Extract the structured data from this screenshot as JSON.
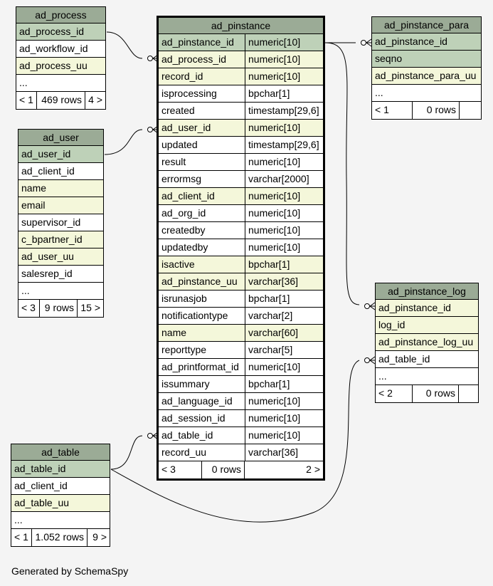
{
  "tables": {
    "ad_process": {
      "name": "ad_process",
      "rows": [
        {
          "col": "ad_process_id",
          "kind": "pk"
        },
        {
          "col": "ad_workflow_id",
          "kind": "plain"
        },
        {
          "col": "ad_process_uu",
          "kind": "fk"
        },
        {
          "col": "...",
          "kind": "plain"
        }
      ],
      "footer": [
        "< 1",
        "469 rows",
        "4 >"
      ]
    },
    "ad_user": {
      "name": "ad_user",
      "rows": [
        {
          "col": "ad_user_id",
          "kind": "pk"
        },
        {
          "col": "ad_client_id",
          "kind": "plain"
        },
        {
          "col": "name",
          "kind": "fk"
        },
        {
          "col": "email",
          "kind": "fk"
        },
        {
          "col": "supervisor_id",
          "kind": "plain"
        },
        {
          "col": "c_bpartner_id",
          "kind": "fk"
        },
        {
          "col": "ad_user_uu",
          "kind": "fk"
        },
        {
          "col": "salesrep_id",
          "kind": "plain"
        },
        {
          "col": "...",
          "kind": "plain"
        }
      ],
      "footer": [
        "< 3",
        "9 rows",
        "15 >"
      ]
    },
    "ad_table": {
      "name": "ad_table",
      "rows": [
        {
          "col": "ad_table_id",
          "kind": "pk"
        },
        {
          "col": "ad_client_id",
          "kind": "plain"
        },
        {
          "col": "ad_table_uu",
          "kind": "fk"
        },
        {
          "col": "...",
          "kind": "plain"
        }
      ],
      "footer": [
        "< 1",
        "1.052 rows",
        "9 >"
      ]
    },
    "ad_pinstance": {
      "name": "ad_pinstance",
      "rows": [
        {
          "col": "ad_pinstance_id",
          "type": "numeric[10]",
          "kind": "pk"
        },
        {
          "col": "ad_process_id",
          "type": "numeric[10]",
          "kind": "fk"
        },
        {
          "col": "record_id",
          "type": "numeric[10]",
          "kind": "fk"
        },
        {
          "col": "isprocessing",
          "type": "bpchar[1]",
          "kind": "plain"
        },
        {
          "col": "created",
          "type": "timestamp[29,6]",
          "kind": "plain"
        },
        {
          "col": "ad_user_id",
          "type": "numeric[10]",
          "kind": "fk"
        },
        {
          "col": "updated",
          "type": "timestamp[29,6]",
          "kind": "plain"
        },
        {
          "col": "result",
          "type": "numeric[10]",
          "kind": "plain"
        },
        {
          "col": "errormsg",
          "type": "varchar[2000]",
          "kind": "plain"
        },
        {
          "col": "ad_client_id",
          "type": "numeric[10]",
          "kind": "fk"
        },
        {
          "col": "ad_org_id",
          "type": "numeric[10]",
          "kind": "plain"
        },
        {
          "col": "createdby",
          "type": "numeric[10]",
          "kind": "plain"
        },
        {
          "col": "updatedby",
          "type": "numeric[10]",
          "kind": "plain"
        },
        {
          "col": "isactive",
          "type": "bpchar[1]",
          "kind": "fk"
        },
        {
          "col": "ad_pinstance_uu",
          "type": "varchar[36]",
          "kind": "fk"
        },
        {
          "col": "isrunasjob",
          "type": "bpchar[1]",
          "kind": "plain"
        },
        {
          "col": "notificationtype",
          "type": "varchar[2]",
          "kind": "plain"
        },
        {
          "col": "name",
          "type": "varchar[60]",
          "kind": "fk"
        },
        {
          "col": "reporttype",
          "type": "varchar[5]",
          "kind": "plain"
        },
        {
          "col": "ad_printformat_id",
          "type": "numeric[10]",
          "kind": "plain"
        },
        {
          "col": "issummary",
          "type": "bpchar[1]",
          "kind": "plain"
        },
        {
          "col": "ad_language_id",
          "type": "numeric[10]",
          "kind": "plain"
        },
        {
          "col": "ad_session_id",
          "type": "numeric[10]",
          "kind": "plain"
        },
        {
          "col": "ad_table_id",
          "type": "numeric[10]",
          "kind": "plain"
        },
        {
          "col": "record_uu",
          "type": "varchar[36]",
          "kind": "plain"
        }
      ],
      "footer": [
        "< 3",
        "0 rows",
        "2 >"
      ]
    },
    "ad_pinstance_para": {
      "name": "ad_pinstance_para",
      "rows": [
        {
          "col": "ad_pinstance_id",
          "kind": "pk"
        },
        {
          "col": "seqno",
          "kind": "pk"
        },
        {
          "col": "ad_pinstance_para_uu",
          "kind": "fk"
        },
        {
          "col": "...",
          "kind": "plain"
        }
      ],
      "footer": [
        "< 1",
        "0 rows",
        ""
      ]
    },
    "ad_pinstance_log": {
      "name": "ad_pinstance_log",
      "rows": [
        {
          "col": "ad_pinstance_id",
          "kind": "fk"
        },
        {
          "col": "log_id",
          "kind": "fk"
        },
        {
          "col": "ad_pinstance_log_uu",
          "kind": "fk"
        },
        {
          "col": "ad_table_id",
          "kind": "plain"
        },
        {
          "col": "...",
          "kind": "plain"
        }
      ],
      "footer": [
        "< 2",
        "0 rows",
        ""
      ]
    }
  },
  "generated_by": "Generated by SchemaSpy",
  "colors": {
    "header": "#9bab96",
    "pk": "#bed1b8",
    "fk": "#f4f7da",
    "background": "#f4f4f4"
  }
}
